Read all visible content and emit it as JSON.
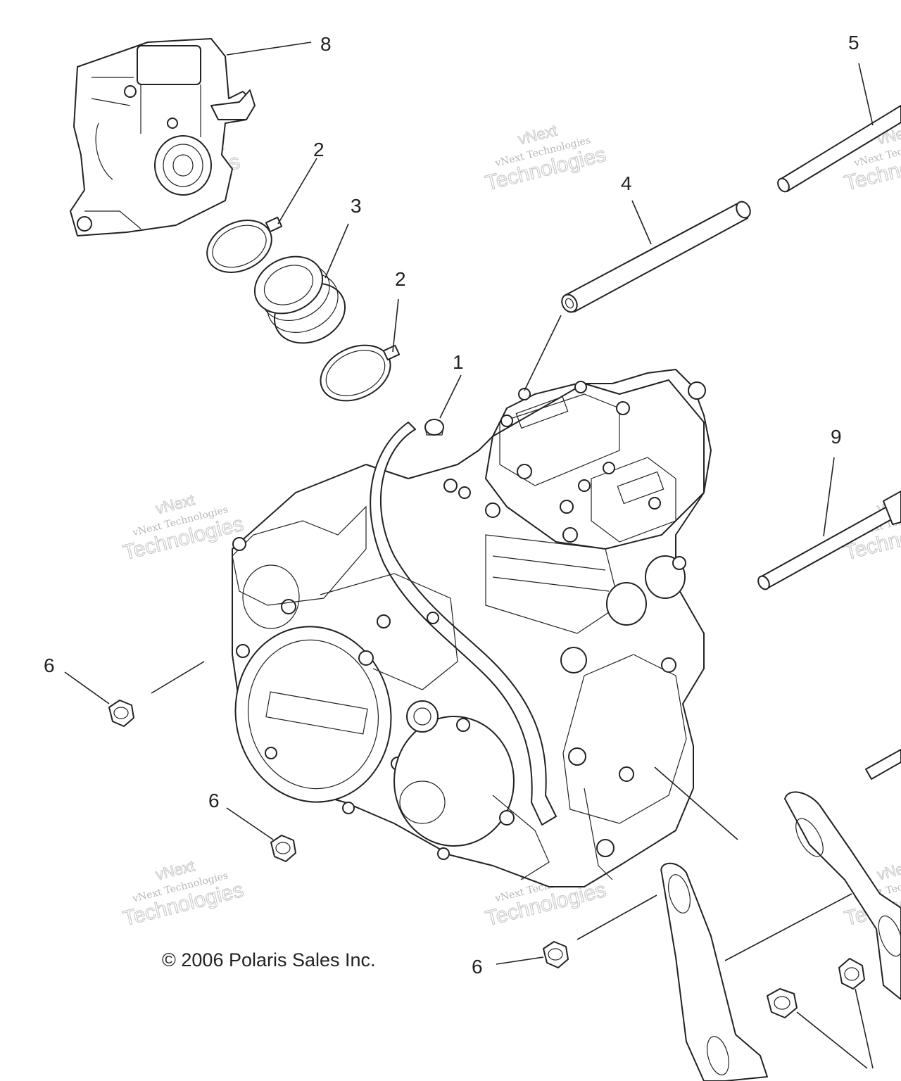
{
  "diagram": {
    "callouts": [
      {
        "id": "c8a",
        "label": "8"
      },
      {
        "id": "c5a",
        "label": "5"
      },
      {
        "id": "c2a",
        "label": "2"
      },
      {
        "id": "c3a",
        "label": "3"
      },
      {
        "id": "c4a",
        "label": "4"
      },
      {
        "id": "c2b",
        "label": "2"
      },
      {
        "id": "c1a",
        "label": "1"
      },
      {
        "id": "c9a",
        "label": "9"
      },
      {
        "id": "c6a",
        "label": "6"
      },
      {
        "id": "c6b",
        "label": "6"
      },
      {
        "id": "c6c",
        "label": "6"
      }
    ],
    "watermark": {
      "line1": "vNext Technologies",
      "line2": "vNext",
      "line3": "Technologies"
    },
    "copyright": "© 2006 Polaris Sales Inc."
  }
}
